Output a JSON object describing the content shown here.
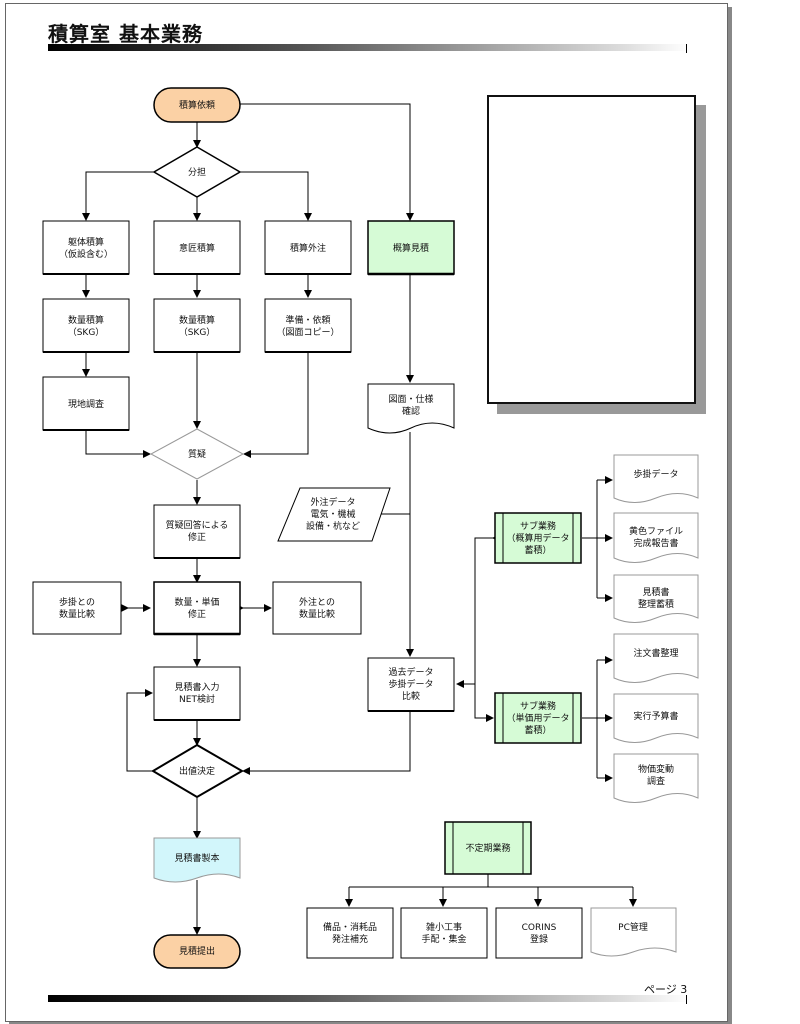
{
  "header": {
    "title": "積算室 基本業務"
  },
  "footer": {
    "page_label": "ページ 3"
  },
  "nodes": {
    "start": [
      "積算依頼"
    ],
    "split": [
      "分担"
    ],
    "body_estimate": [
      "躯体積算",
      "（仮設含む）"
    ],
    "design_estimate": [
      "意匠積算"
    ],
    "outsource_estimate": [
      "積算外注"
    ],
    "rough_estimate": [
      "概算見積"
    ],
    "qty1": [
      "数量積算",
      "（SKG）"
    ],
    "qty2": [
      "数量積算",
      "（SKG）"
    ],
    "prep_request": [
      "準備・依頼",
      "（図面コピー）"
    ],
    "site_survey": [
      "現地調査"
    ],
    "drawings_check": [
      "図面・仕様",
      "確認"
    ],
    "question": [
      "質疑"
    ],
    "outsource_data": [
      "外注データ",
      "電気・機械",
      "設備・杭など"
    ],
    "qa_correction": [
      "質疑回答による",
      "修正"
    ],
    "sub_task1": [
      "サブ業務",
      "（概算用データ",
      "蓄積）"
    ],
    "sub_task2": [
      "サブ業務",
      "（単価用データ",
      "蓄積）"
    ],
    "doc_bukake": [
      "歩掛データ"
    ],
    "doc_yellow": [
      "黄色ファイル",
      "完成報告書"
    ],
    "doc_estimate_store": [
      "見積書",
      "整理蓄積"
    ],
    "doc_order": [
      "注文書整理"
    ],
    "doc_budget": [
      "実行予算書"
    ],
    "doc_price": [
      "物価変動",
      "調査"
    ],
    "compare_bukake": [
      "歩掛との",
      "数量比較"
    ],
    "qty_price_fix": [
      "数量・単価",
      "修正"
    ],
    "compare_outsource": [
      "外注との",
      "数量比較"
    ],
    "past_data": [
      "過去データ",
      "歩掛データ",
      "比較"
    ],
    "estimate_input": [
      "見積書入力",
      "NET検討"
    ],
    "price_decision": [
      "出値決定"
    ],
    "irregular": [
      "不定期業務"
    ],
    "estimate_make": [
      "見積書製本"
    ],
    "estimate_submit": [
      "見積提出"
    ],
    "supplies": [
      "備品・消耗品",
      "発注補充"
    ],
    "minor_work": [
      "雑小工事",
      "手配・集金"
    ],
    "corins": [
      "CORINS",
      "登録"
    ],
    "pc_manage": [
      "PC管理"
    ]
  },
  "colors": {
    "terminal_fill": "#fbd1a5",
    "highlight_fill": "#d6fbd6",
    "document_fill": "#d2f6fb",
    "line": "#000000"
  }
}
